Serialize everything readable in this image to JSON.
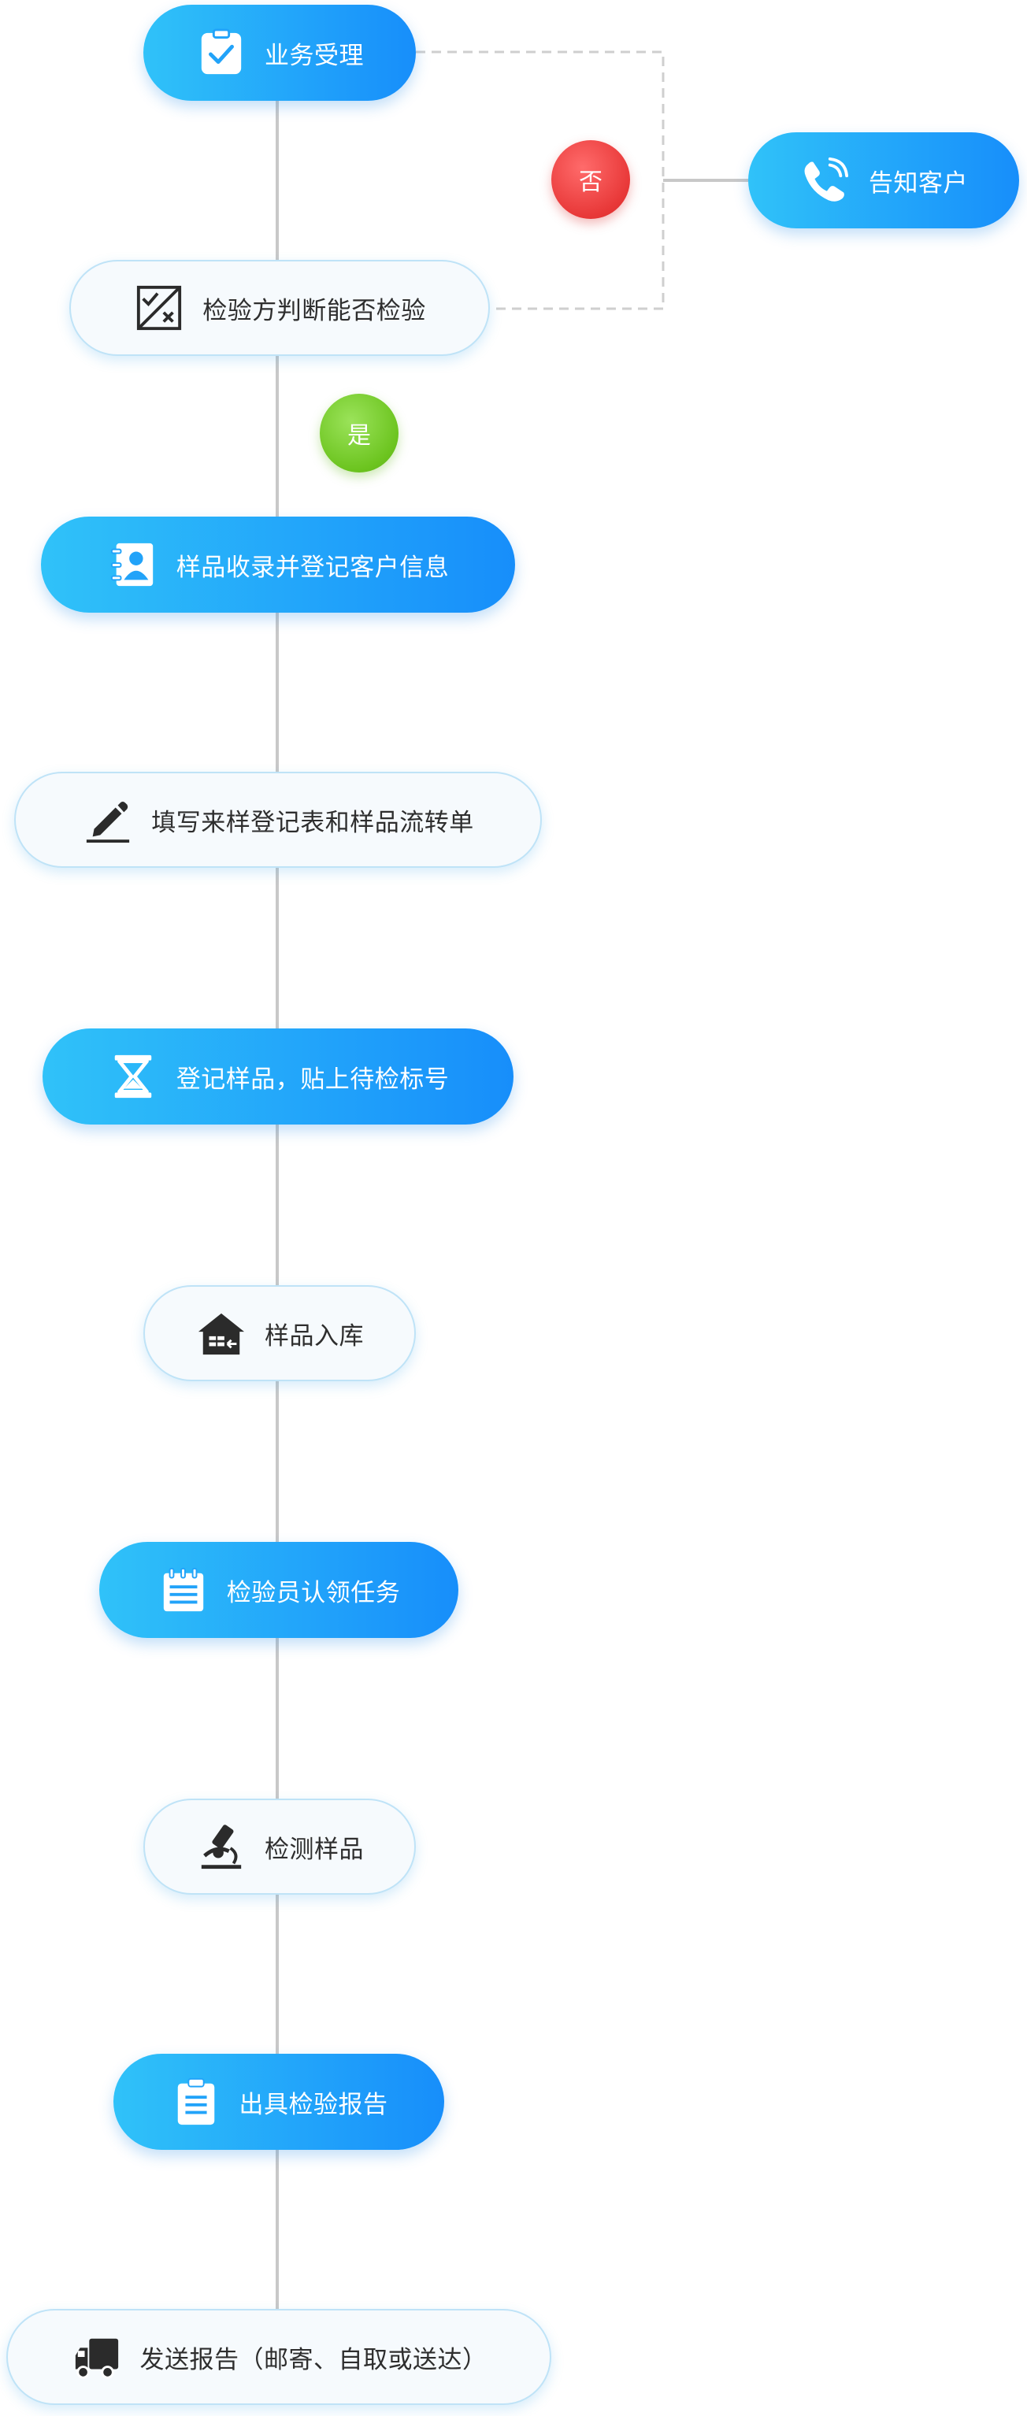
{
  "flow": {
    "steps": [
      {
        "label": "业务受理",
        "style": "blue",
        "icon": "clipboard-check-icon"
      },
      {
        "label": "检验方判断能否检验",
        "style": "white",
        "icon": "checkbox-cross-icon"
      },
      {
        "label": "样品收录并登记客户信息",
        "style": "blue",
        "icon": "contact-card-icon"
      },
      {
        "label": "填写来样登记表和样品流转单",
        "style": "white",
        "icon": "pencil-icon"
      },
      {
        "label": "登记样品，贴上待检标号",
        "style": "blue",
        "icon": "hourglass-icon"
      },
      {
        "label": "样品入库",
        "style": "white",
        "icon": "warehouse-icon"
      },
      {
        "label": "检验员认领任务",
        "style": "blue",
        "icon": "notepad-icon"
      },
      {
        "label": "检测样品",
        "style": "white",
        "icon": "microscope-icon"
      },
      {
        "label": "出具检验报告",
        "style": "blue",
        "icon": "report-icon"
      },
      {
        "label": "发送报告（邮寄、自取或送达）",
        "style": "white",
        "icon": "delivery-truck-icon"
      }
    ],
    "branch": {
      "label": "告知客户",
      "style": "blue",
      "icon": "phone-ringing-icon"
    },
    "badges": {
      "no": {
        "label": "否",
        "color": "#e83838"
      },
      "yes": {
        "label": "是",
        "color": "#6cc41f"
      }
    },
    "colors": {
      "blue_start": "#30c2f9",
      "blue_end": "#178efa",
      "connector": "#c8c8c8",
      "icon_dark": "#2b2b2b"
    }
  }
}
